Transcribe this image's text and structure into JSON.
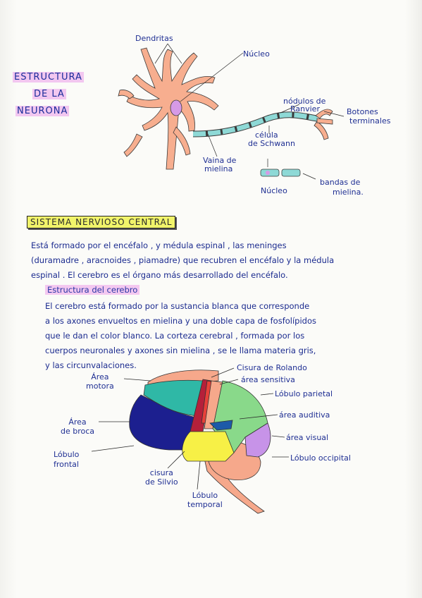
{
  "side_title": {
    "line1": "ESTRUCTURA",
    "line2": "DE LA",
    "line3": "NEURONA"
  },
  "neuron_labels": {
    "dendritas": "Dendritas",
    "nucleo": "Núcleo",
    "nodulos_line1": "nódulos de",
    "nodulos_line2": "Ranvier",
    "botones_line1": "Botones",
    "botones_line2": "terminales",
    "celula_line1": "célula",
    "celula_line2": "de Schwann",
    "vaina_line1": "Vaina de",
    "vaina_line2": "mielina",
    "nucleo2": "Núcleo",
    "bandas_line1": "bandas de",
    "bandas_line2": "mielina."
  },
  "section_title": "SISTEMA NERVIOSO CENTRAL",
  "paragraph1": [
    "Está formado por el encéfalo , y médula espinal , las meninges",
    "(duramadre , aracnoides , piamadre) que recubren el encéfalo y la médula",
    "espinal . El cerebro es el órgano más desarrollado del encéfalo."
  ],
  "subtitle": "Estructura del cerebro",
  "paragraph2": [
    "El cerebro está formado por la sustancia blanca que corresponde",
    "a los axones envueltos en mielina y una doble capa de fosfolípidos",
    "que le dan el color blanco. La corteza cerebral , formada por los",
    "cuerpos neuronales y axones sin mielina , se le llama materia gris,",
    "y las circunvalaciones."
  ],
  "brain_labels": {
    "area_motora_1": "Área",
    "area_motora_2": "motora",
    "area_broca_1": "Área",
    "area_broca_2": "de broca",
    "lobulo_frontal_1": "Lóbulo",
    "lobulo_frontal_2": "frontal",
    "cisura_silvio_1": "cisura",
    "cisura_silvio_2": "de Silvio",
    "lobulo_temporal_1": "Lóbulo",
    "lobulo_temporal_2": "temporal",
    "cisura_rolando": "Cisura de Rolando",
    "area_sensitiva": "área sensitiva",
    "lobulo_parietal": "Lóbulo parietal",
    "area_auditiva": "área auditiva",
    "area_visual": "área visual",
    "lobulo_occipital": "Lóbulo occipital"
  },
  "colors": {
    "neuron": "#f7ae8f",
    "nucleus": "#d69ae6",
    "axon_myelin": "#8ed9d6",
    "frontal": "#1c1f8f",
    "motor": "#2fb8a6",
    "parietal": "#89d98a",
    "temporal": "#f7f046",
    "occipital": "#c793e8",
    "auditory": "#1d5aa8",
    "cerebellum": "#f6a88b",
    "stem": "#f6a88b",
    "rolando": "#d8243a",
    "highlight_pink": "#f3c6ef",
    "highlight_yellow": "#f1f46a"
  }
}
